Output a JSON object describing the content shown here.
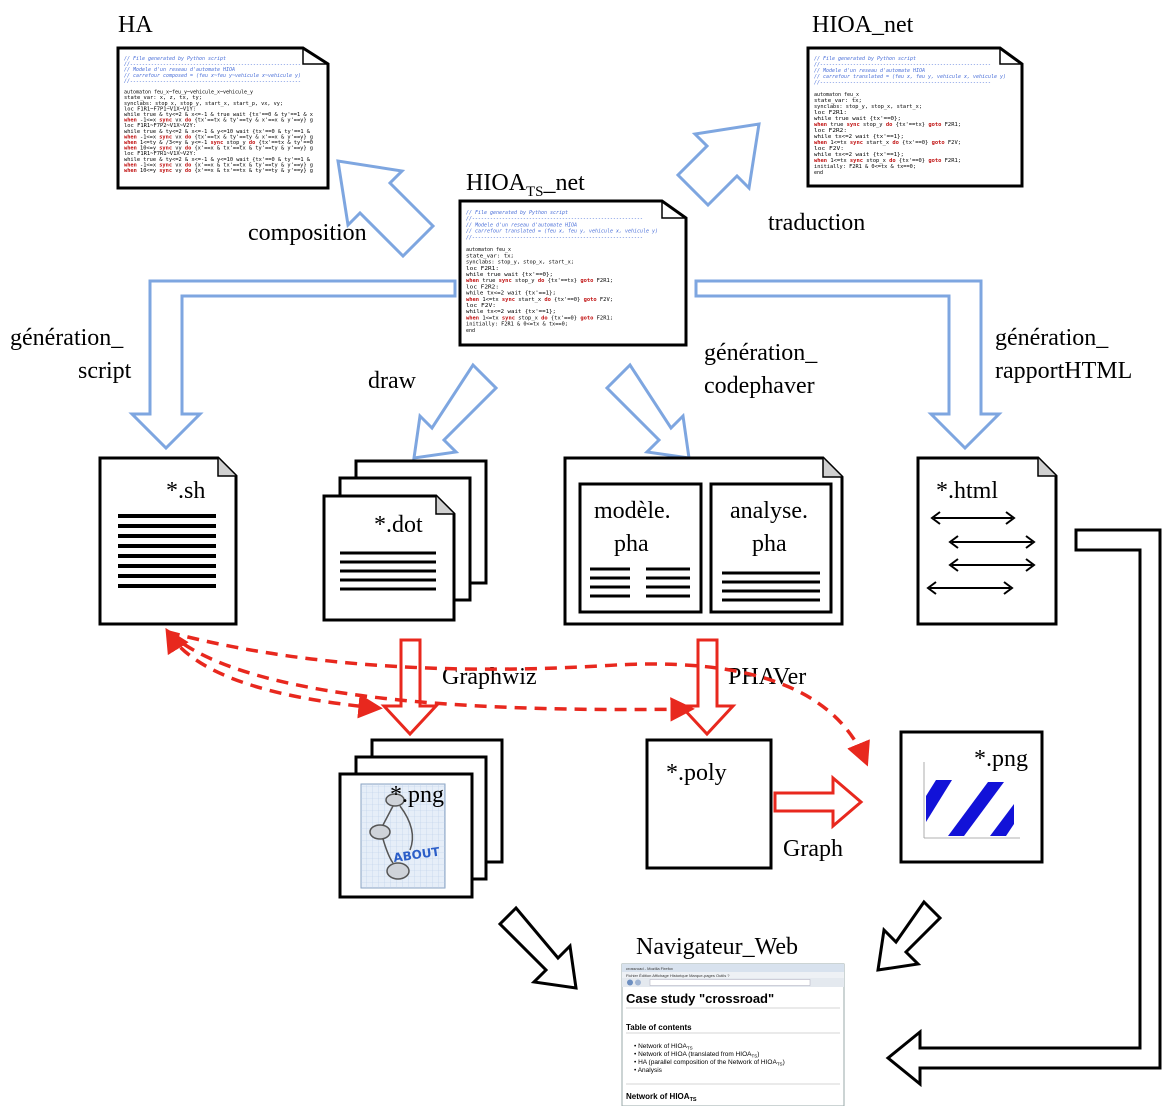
{
  "labels": {
    "ha": "HA",
    "hioa_net": "HIOA_net",
    "hioats_net_prefix": "HIOA",
    "hioats_net_sub": "TS",
    "hioats_net_suffix": "_net",
    "composition": "composition",
    "traduction": "traduction",
    "generation_script_1": "génération_",
    "generation_script_2": "script",
    "draw": "draw",
    "generation_codephaver_1": "génération_",
    "generation_codephaver_2": "codephaver",
    "generation_rapport_1": "génération_",
    "generation_rapport_2": "rapportHTML",
    "sh": "*.sh",
    "dot": "*.dot",
    "modele_1": "modèle.",
    "modele_2": "pha",
    "analyse_1": "analyse.",
    "analyse_2": "pha",
    "html": "*.html",
    "graphwiz": "Graphwiz",
    "phaver": "PHAVer",
    "png1": "*.png",
    "poly": "*.poly",
    "png2": "*.png",
    "graph": "Graph",
    "navigateur": "Navigateur_Web",
    "about": "ABOUT"
  },
  "browser": {
    "title": "Case study \"crossroad\"",
    "toc_heading": "Table of contents",
    "toc_items": [
      "• Network of HIOA",
      "• Network of HIOA (translated from HIOA",
      "• HA (parallel composition of the Network of HIOA",
      "• Analysis"
    ],
    "section_heading": "Network of HIOA",
    "menu": "Fichier  Édition  Affichage  Historique  Marque-pages  Outils  ?",
    "tab": "crossroad - Mozilla Firefox"
  },
  "code_snippets": {
    "ha": [
      "// File generated by Python script",
      "//---------------------------------------------------------",
      "// Modele d'un reseau d'automate HIOA",
      "// carrefour composed = (feu x~feu y~vehicule x~vehicule y)",
      "//---------------------------------------------------------",
      "",
      "automaton feu_x~feu_y~vehicule_x~vehicule_y",
      "  state_var: x, z, tx, ty;",
      "  synclabs: stop_x, stop_y, start_x, start_p, vx, vy;",
      "  loc F1R1~F7P1~V1X~V1Y:",
      "    while true & ty<=2 & x<=-1 & true wait {tx'==0 & ty'==1 & x",
      "    when -1<=x sync vx do {tx'==tx & ty'==ty & x'==x & y'==y} g",
      "  loc F1R1~F7P2~V1X~V2Y:",
      "    while true & ty<=2 & x<=-1 & y<=10 wait {tx'==0 & ty'==1 &",
      "    when -1<=x sync vx do {tx'==tx & ty'==ty & x'==x & y'==y} g",
      "    when 1<=ty & /3<=y & y<=-1 sync stop_y do {tx'==tx & ty'==0",
      "    when 10<=y sync vy do {x'==x & tx'==tx & ty'==ty & y'==y} g",
      "  loc F1R1~F7R1~V1X~V2Y:",
      "    while true & ty<=2 & x<=-1 & y<=10 wait {tx'==0 & ty'==1 &",
      "    when -1<=x sync vx do {x'==x & tx'==tx & ty'==ty & y'==y} g",
      "    when 10<=y sync vy do {x'==x & tx'==tx & ty'==ty & y'==y} g"
    ],
    "hioa": [
      "// File generated by Python script",
      "//---------------------------------------------------------",
      "// Modele d'un reseau d'automate HIOA",
      "// carrefour translated = (feu x, feu y, vehicule x, vehicule y)",
      "//---------------------------------------------------------",
      "",
      "automaton feu_x",
      "  state_var: tx;",
      "  synclabs: stop_y, stop_x, start_x;",
      "  loc F2R1:",
      "    while true wait {tx'==0};",
      "    when true sync stop_y do {tx'==tx} goto F2R1;",
      "  loc F2R2:",
      "    while tx<=2 wait {tx'==1};",
      "    when 1<=tx sync start_x do {tx'==0} goto F2V;",
      "  loc F2V:",
      "    while tx<=2 wait {tx'==1};",
      "    when 1<=tx sync stop_x do {tx'==0} goto F2R1;",
      "  initially: F2R1 & 0<=tx & tx==0;",
      "end"
    ],
    "hioats": [
      "// File generated by Python script",
      "//---------------------------------------------------------",
      "// Modele d'un reseau d'automate HIOA",
      "// carrefour translated = (feu x, feu y, vehicule x, vehicule y)",
      "//---------------------------------------------------------",
      "",
      "automaton feu_x",
      "  state_var: tx;",
      "  synclabs: stop_y, stop_x, start_x;",
      "  loc F2R1:",
      "    while true wait {tx'==0};",
      "    when true sync stop_y do {tx'==tx} goto F2R1;",
      "  loc F2R2:",
      "    while tx<=2 wait {tx'==1};",
      "    when 1<=tx sync start_x do {tx'==0} goto F2V;",
      "  loc F2V:",
      "    while tx<=2 wait {tx'==1};",
      "    when 1<=tx sync stop_x do {tx'==0} goto F2R1;",
      "  initially: F2R1 & 0<=tx & tx==0;",
      "end"
    ]
  },
  "colors": {
    "blue_arrow": "#7ea6e0",
    "red_arrow": "#e8281e",
    "black": "#000000",
    "plot_stripe": "#1212d8"
  }
}
